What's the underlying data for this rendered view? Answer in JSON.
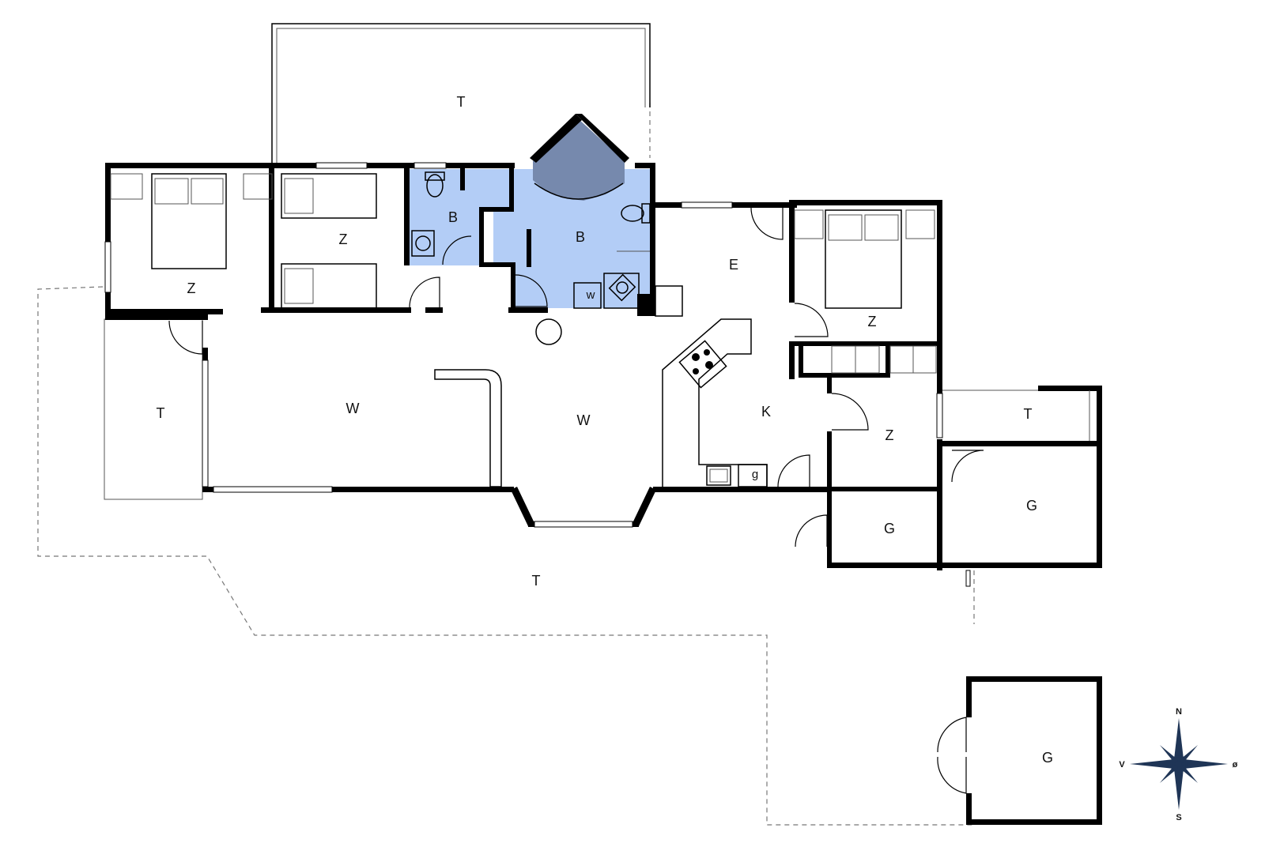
{
  "rooms": {
    "terrace_north": "T",
    "bedroom_west": "Z",
    "bedroom_twin": "Z",
    "bath_small": "B",
    "bath_large": "B",
    "washer": "w",
    "entrance": "E",
    "bedroom_east": "Z",
    "terrace_west": "T",
    "living_left": "W",
    "living_right": "W",
    "kitchen": "K",
    "dishwasher": "g",
    "bedroom_small": "Z",
    "terrace_east": "T",
    "storage_small": "G",
    "storage_large": "G",
    "terrace_south": "T",
    "annex": "G"
  },
  "compass": {
    "n": "N",
    "s": "S",
    "w": "V",
    "e": "ø"
  },
  "colors": {
    "bath": "#b3cdf6",
    "bath_accent": "#7689ad",
    "compass": "#1f3556"
  }
}
